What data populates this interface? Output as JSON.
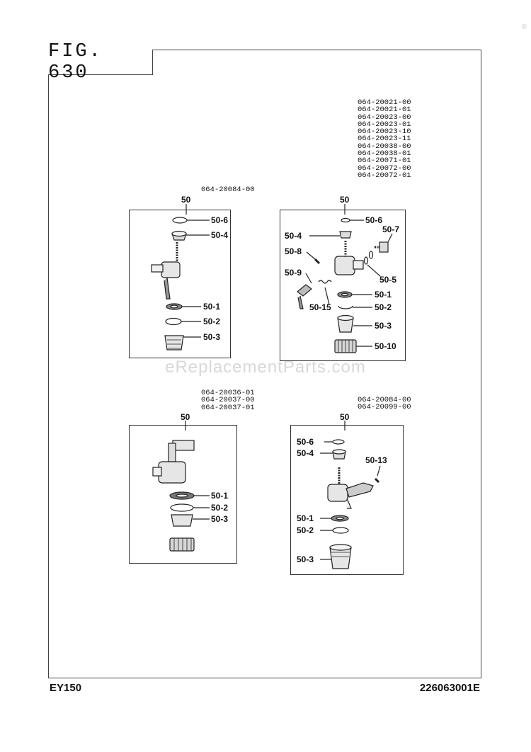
{
  "header": {
    "fig_label": "FIG. 630"
  },
  "footer": {
    "model": "EY150",
    "doc_number": "226063001E"
  },
  "watermark": {
    "text": "eReplacementParts.com",
    "mark": "®"
  },
  "groups": [
    {
      "id": "top-left",
      "codes": [
        "064-20084-00"
      ],
      "parent_label": "50",
      "callouts": [
        "50-6",
        "50-4",
        "50-1",
        "50-2",
        "50-3"
      ]
    },
    {
      "id": "top-right",
      "codes": [
        "064-20021-00",
        "064-20021-01",
        "064-20023-00",
        "064-20023-01",
        "064-20023-10",
        "064-20023-11",
        "064-20038-00",
        "064-20038-01",
        "064-20071-01",
        "064-20072-00",
        "064-20072-01"
      ],
      "parent_label": "50",
      "callouts": [
        "50-6",
        "50-7",
        "50-4",
        "50-8",
        "50-9",
        "50-5",
        "50-1",
        "50-15",
        "50-2",
        "50-3",
        "50-10"
      ]
    },
    {
      "id": "bottom-left",
      "codes": [
        "064-20036-01",
        "064-20037-00",
        "064-20037-01"
      ],
      "parent_label": "50",
      "callouts": [
        "50-1",
        "50-2",
        "50-3"
      ]
    },
    {
      "id": "bottom-right",
      "codes": [
        "064-20084-00",
        "064-20099-00"
      ],
      "parent_label": "50",
      "callouts": [
        "50-6",
        "50-4",
        "50-13",
        "50-1",
        "50-2",
        "50-3"
      ]
    }
  ]
}
